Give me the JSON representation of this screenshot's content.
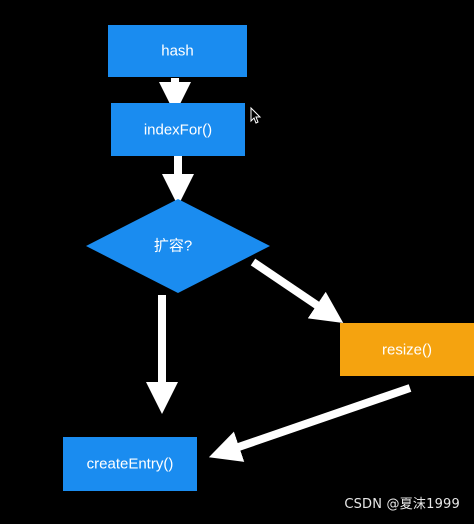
{
  "diagram": {
    "nodes": {
      "hash": {
        "label": "hash",
        "color": "#1a8cf0"
      },
      "index_for": {
        "label": "indexFor()",
        "color": "#1a8cf0"
      },
      "expand_decision": {
        "label": "扩容?",
        "color": "#1a8cf0"
      },
      "resize": {
        "label": "resize()",
        "color": "#f5a30f"
      },
      "create_entry": {
        "label": "createEntry()",
        "color": "#1a8cf0"
      }
    },
    "edge_color": "#ffffff",
    "background_color": "#000000"
  },
  "watermark": {
    "text": "CSDN @夏沫1999"
  }
}
